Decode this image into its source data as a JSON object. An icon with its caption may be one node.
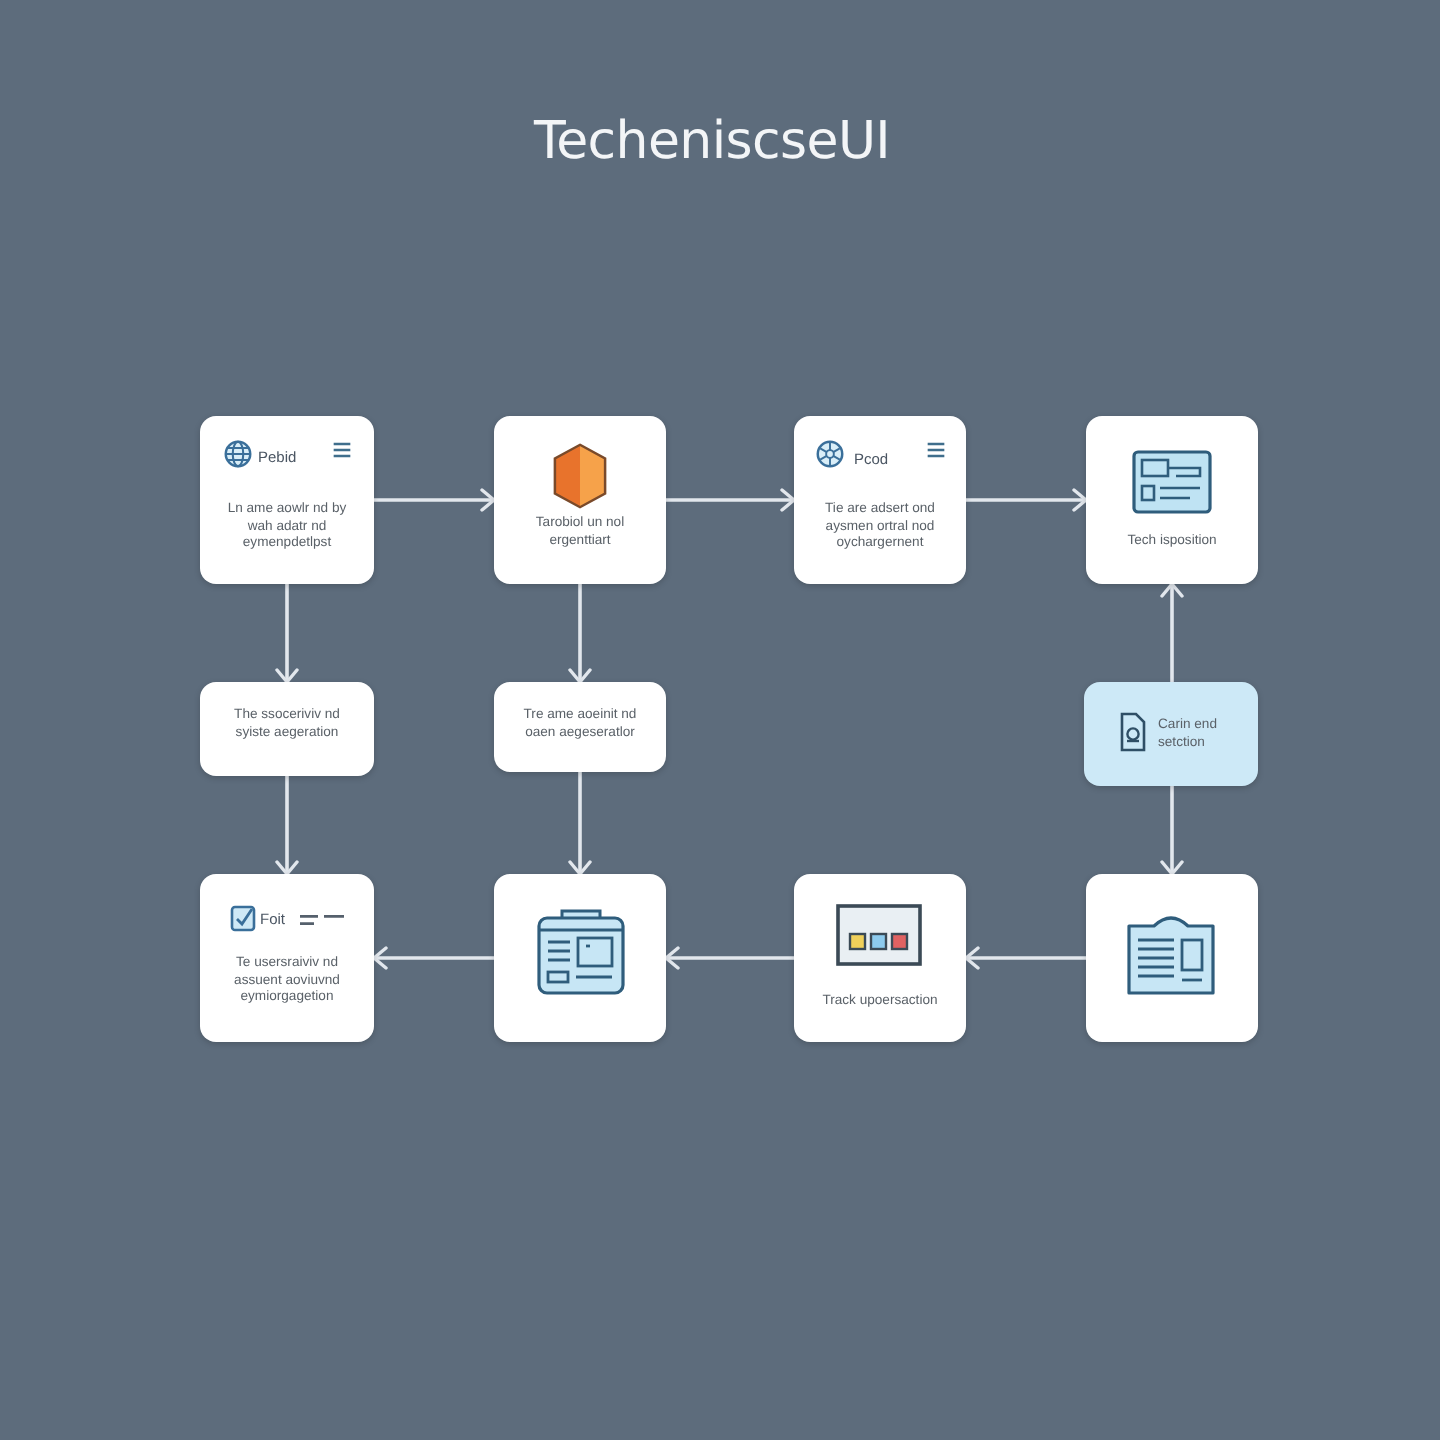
{
  "diagram": {
    "title": "TecheniscseUI",
    "nodes": [
      {
        "text": [
          "Pebid",
          "Ln ame aowlr nd by wah adatr nd eymenpdetlpst"
        ]
      },
      {
        "text": [
          "Tarobiol un nol ergenttiart"
        ]
      },
      {
        "text": [
          "Pcod",
          "Tie are adsert ond aysmen ortral nod oychargernent"
        ]
      },
      {
        "text": [
          "Tech isposition"
        ]
      },
      {
        "text": [
          "The ssoceriviv nd syiste aegeration"
        ]
      },
      {
        "text": [
          "Tre ame aoeinit nd oaen aegeseratlor"
        ]
      },
      {
        "text": [
          "Carin end setction"
        ]
      },
      {
        "text": [
          "Foit",
          "Te usersraiviv nd assuent aoviuvnd eymiorgagetion"
        ]
      },
      {
        "text": [],
        "shape": "box"
      },
      {
        "text": [
          "Track upoersaction"
        ]
      },
      {
        "text": [],
        "shape": "box"
      }
    ],
    "edges": [
      {
        "from": 0,
        "to": 1,
        "arrow": "to"
      },
      {
        "from": 1,
        "to": 2,
        "arrow": "to"
      },
      {
        "from": 2,
        "to": 3,
        "arrow": "to"
      },
      {
        "from": 0,
        "to": 4,
        "arrow": "to"
      },
      {
        "from": 1,
        "to": 5,
        "arrow": "to"
      },
      {
        "from": 6,
        "to": 3,
        "arrow": "to"
      },
      {
        "from": 4,
        "to": 7,
        "arrow": "to"
      },
      {
        "from": 5,
        "to": 8,
        "arrow": "to"
      },
      {
        "from": 6,
        "to": 10,
        "arrow": "to"
      },
      {
        "from": 10,
        "to": 9,
        "arrow": "to"
      },
      {
        "from": 9,
        "to": 8,
        "arrow": "to"
      },
      {
        "from": 8,
        "to": 7,
        "arrow": "to"
      }
    ]
  }
}
